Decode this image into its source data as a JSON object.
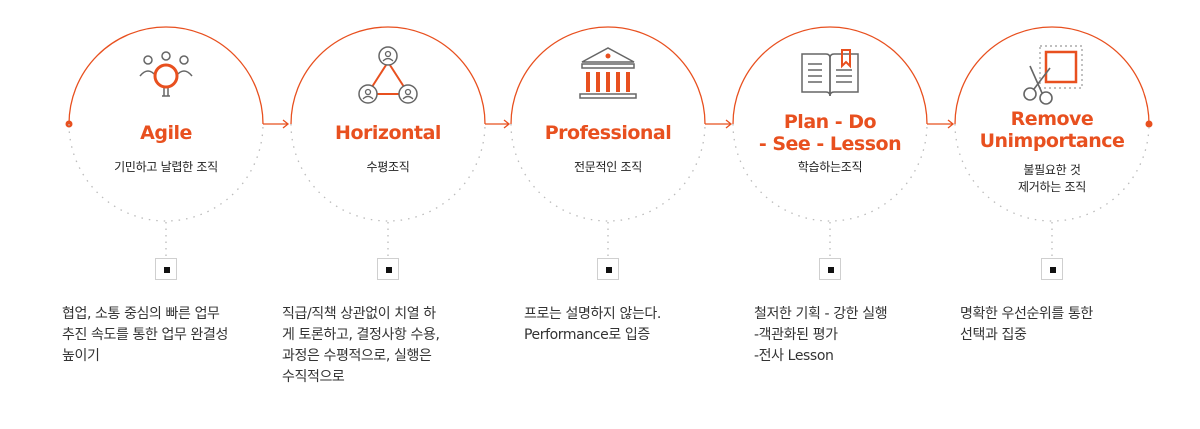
{
  "accent_color": "#e8501f",
  "steps": [
    {
      "icon": "magnifier-people-icon",
      "title": "Agile",
      "subtitle": "기민하고 날렵한 조직",
      "description": "협업, 소통 중심의 빠른 업무\n추진 속도를 통한 업무 완결성\n높이기"
    },
    {
      "icon": "connected-people-icon",
      "title": "Horizontal",
      "subtitle": "수평조직",
      "description": "직급/직책 상관없이 치열 하\n게 토론하고, 결정사항 수용,\n과정은 수평적으로, 실행은\n수직적으로"
    },
    {
      "icon": "institution-building-icon",
      "title": "Professional",
      "subtitle": "전문적인 조직",
      "description": "프로는 설명하지 않는다.\nPerformance로 입증"
    },
    {
      "icon": "open-book-icon",
      "title": "Plan - Do\n- See - Lesson",
      "subtitle": "학습하는조직",
      "description": "철저한 기획 - 강한 실행\n-객관화된 평가\n-전사 Lesson"
    },
    {
      "icon": "scissors-cut-icon",
      "title": "Remove\nUnimportance",
      "subtitle": "불필요한 것\n제거하는 조직",
      "description": "명확한 우선순위를 통한\n선택과 집중"
    }
  ]
}
